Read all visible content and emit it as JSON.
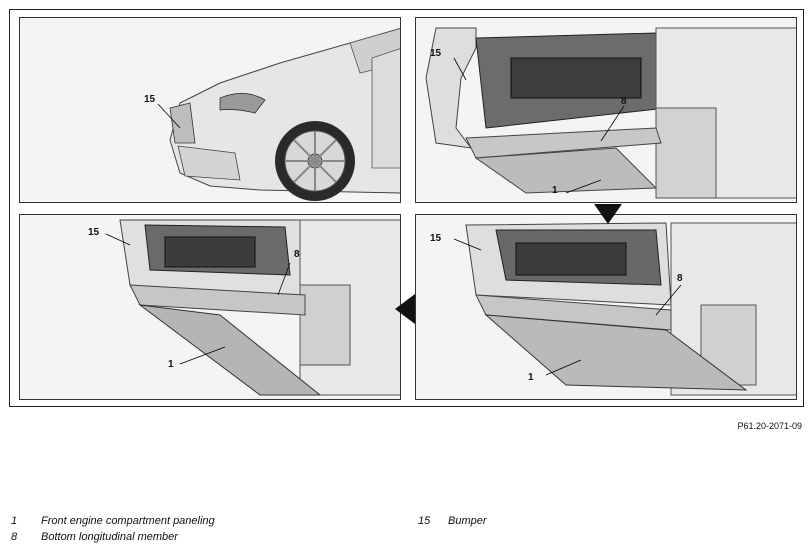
{
  "callouts": {
    "p1_15": "15",
    "p2_15": "15",
    "p2_8": "8",
    "p2_1": "1",
    "p3_15": "15",
    "p3_8": "8",
    "p3_1": "1",
    "p4_15": "15",
    "p4_8": "8",
    "p4_1": "1"
  },
  "figure_code": "P61.20-2071-09",
  "legend": [
    {
      "num": "1",
      "text": "Front engine compartment paneling"
    },
    {
      "num": "8",
      "text": "Bottom longitudinal member"
    },
    {
      "num": "15",
      "text": "Bumper"
    }
  ]
}
